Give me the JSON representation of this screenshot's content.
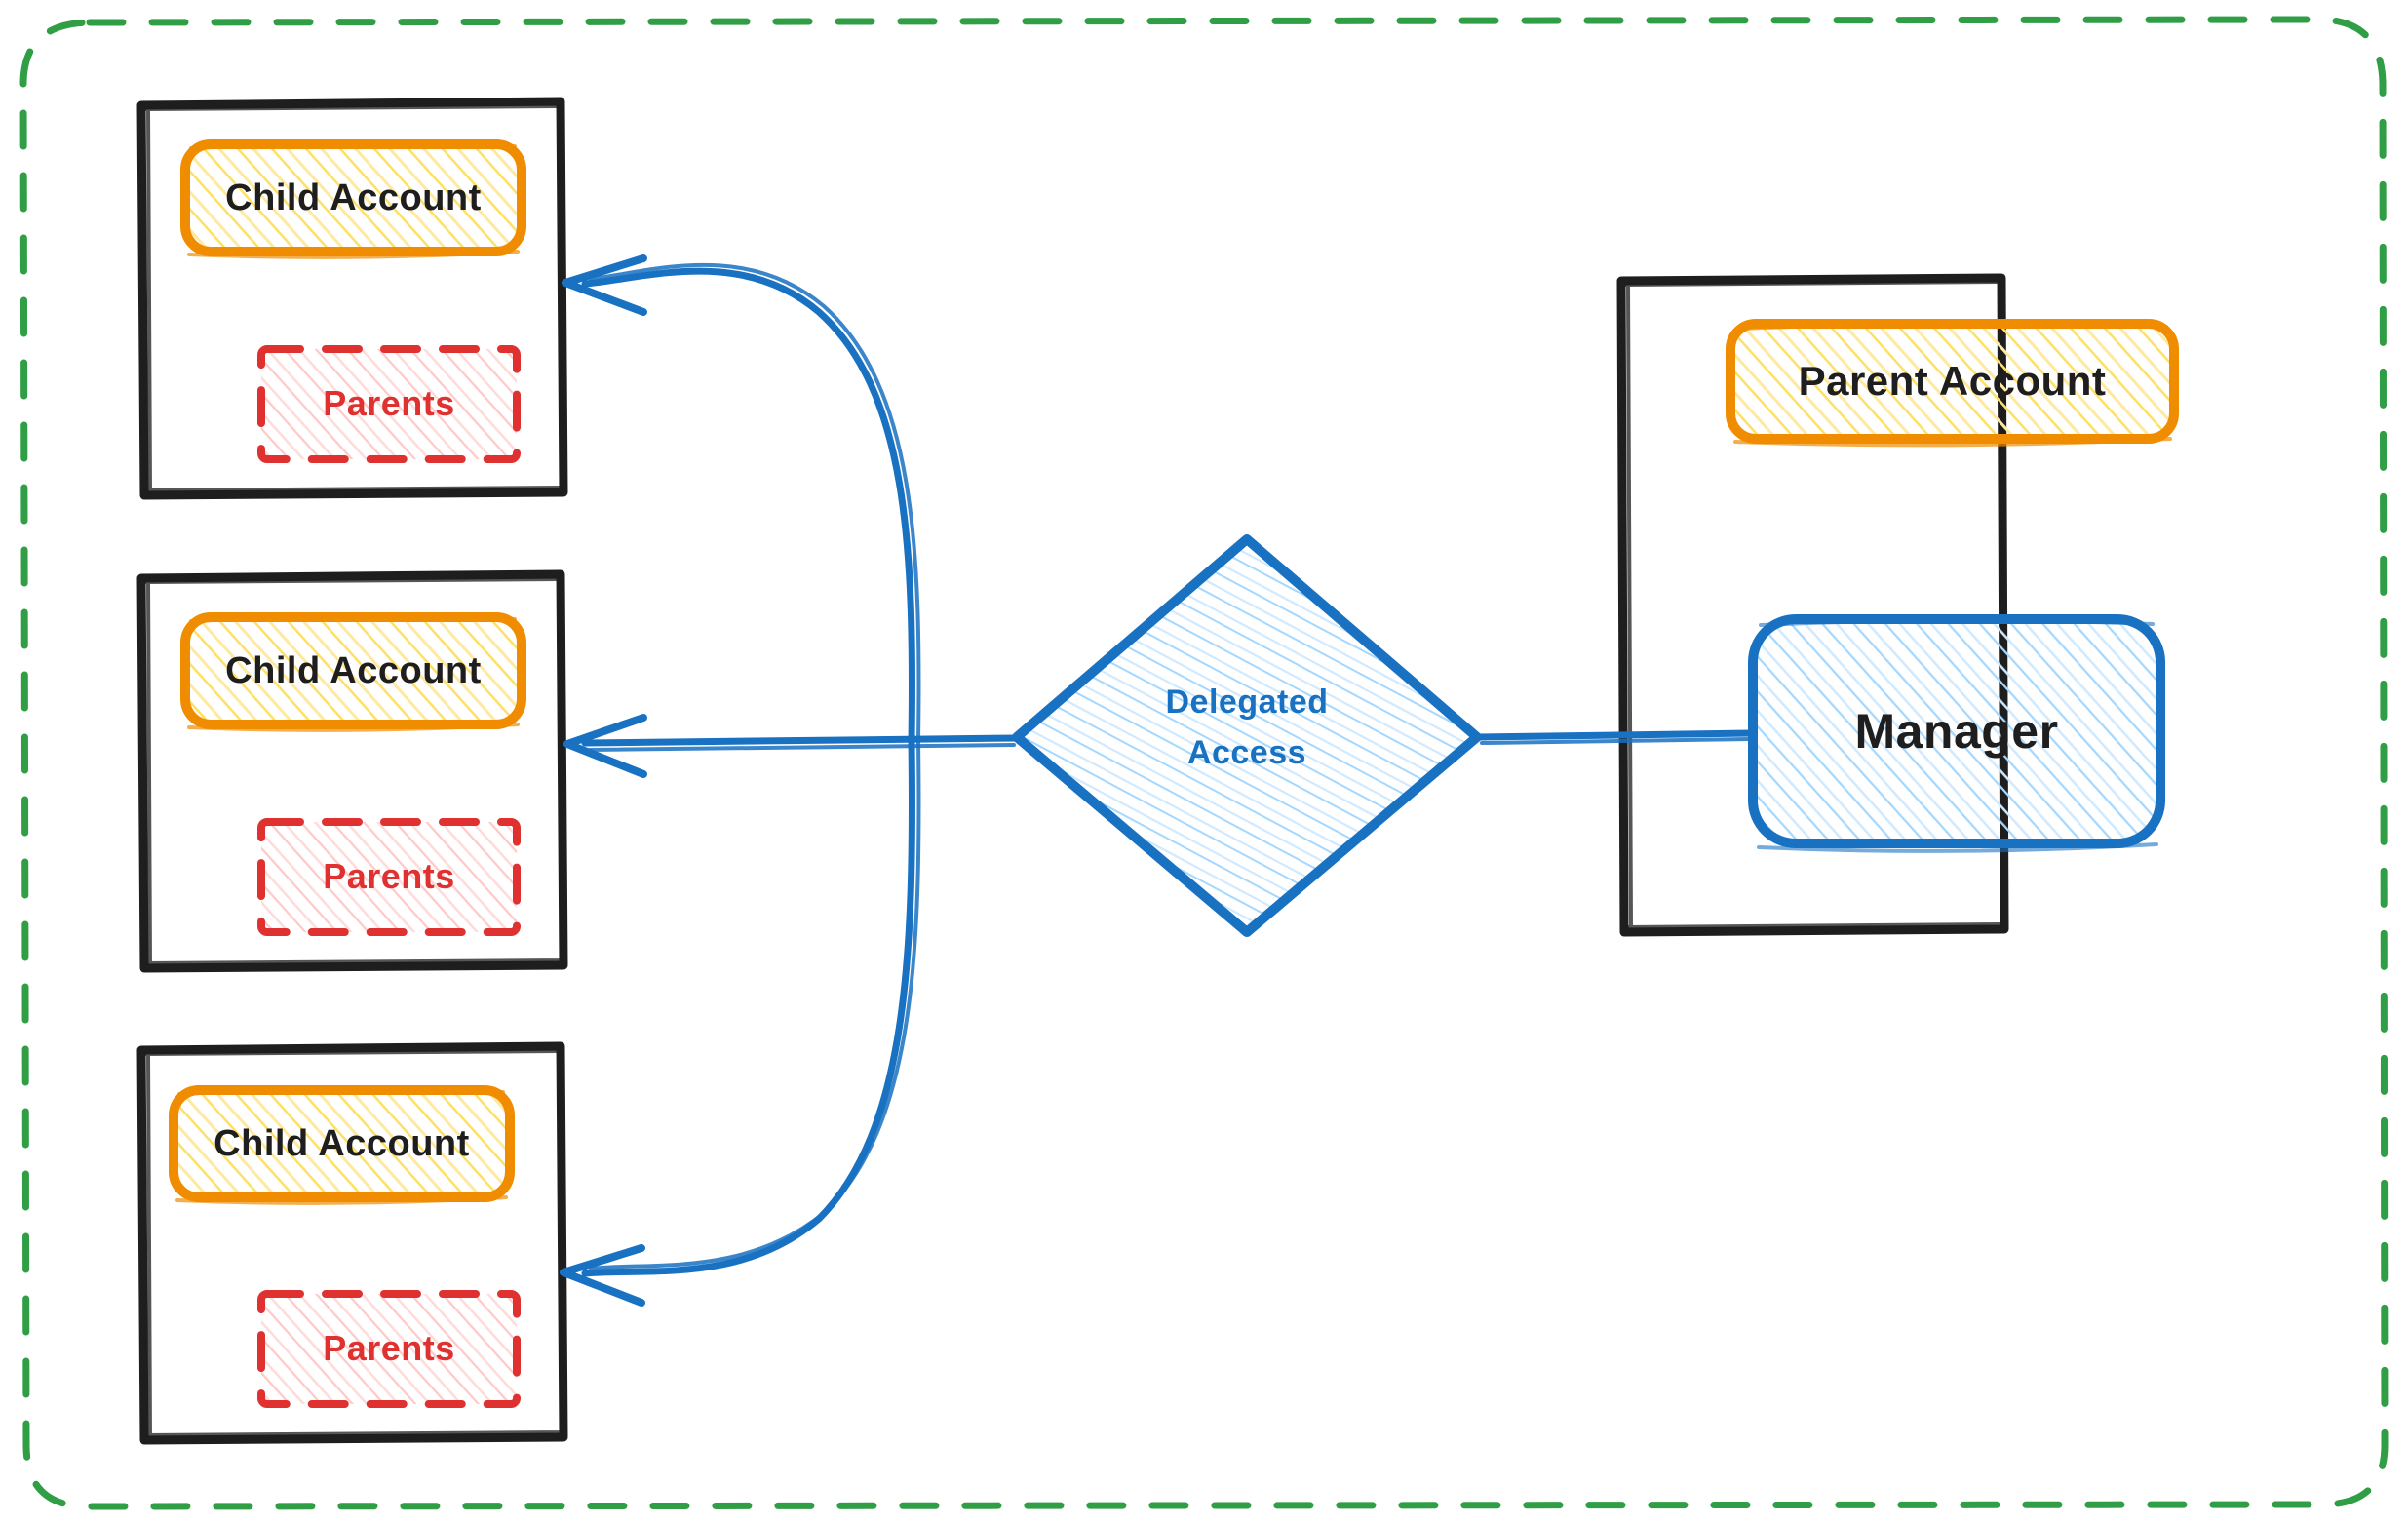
{
  "diagram": {
    "title": "Delegated Access between Parent and Child Accounts",
    "type": "architecture-flow",
    "background": "#ffffff",
    "outer_boundary": {
      "name": "diagram-boundary",
      "style": "dashed",
      "color": "#2f9e44"
    },
    "colors": {
      "black_stroke": "#1e1e1e",
      "orange_stroke": "#f08c00",
      "yellow_fill": "#ffd8a8",
      "yellow_hatch": "#ffe066",
      "red_stroke": "#e03131",
      "red_hatch": "#ffc9c9",
      "blue_stroke": "#1971c2",
      "blue_hatch": "#a5d8ff",
      "green_dash": "#2f9e44",
      "text_dark": "#1e1e1e"
    },
    "child_accounts": [
      {
        "id": "child-account-1",
        "container_label": "",
        "account_label": "Child Account",
        "parents_label": "Parents"
      },
      {
        "id": "child-account-2",
        "container_label": "",
        "account_label": "Child Account",
        "parents_label": "Parents"
      },
      {
        "id": "child-account-3",
        "container_label": "",
        "account_label": "Child Account",
        "parents_label": "Parents"
      }
    ],
    "delegated_access": {
      "id": "delegated-access-node",
      "shape": "diamond",
      "line1": "Delegated",
      "line2": "Access"
    },
    "parent_container": {
      "id": "parent-account-container",
      "account_label": "Parent Account",
      "manager_label": "Manager"
    },
    "edges": [
      {
        "from": "manager",
        "to": "delegated-access-node",
        "style": "solid",
        "arrowhead": "none"
      },
      {
        "from": "delegated-access-node",
        "to": "child-account-1",
        "style": "curved",
        "arrowhead": "left"
      },
      {
        "from": "delegated-access-node",
        "to": "child-account-2",
        "style": "straight",
        "arrowhead": "left"
      },
      {
        "from": "delegated-access-node",
        "to": "child-account-3",
        "style": "curved",
        "arrowhead": "left"
      }
    ]
  }
}
